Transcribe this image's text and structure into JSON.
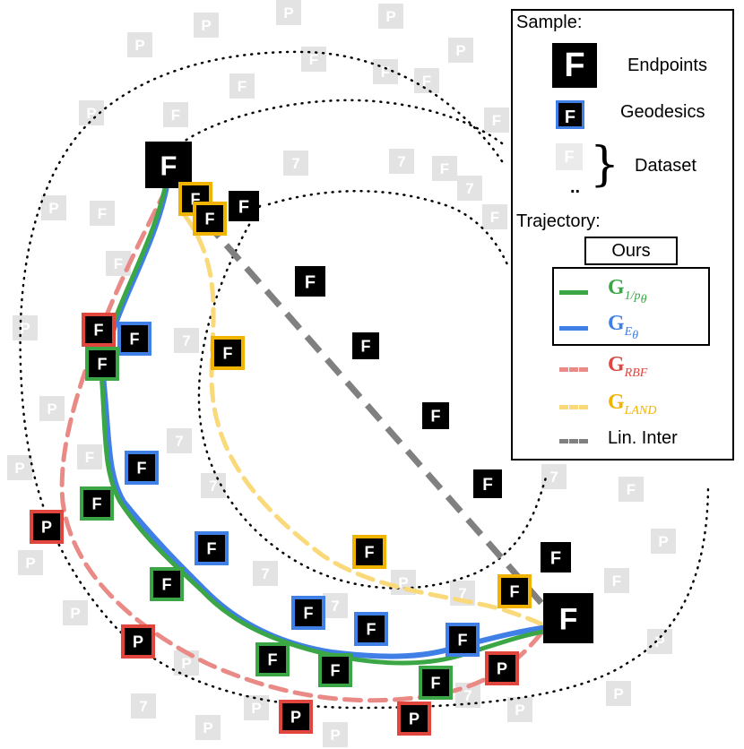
{
  "legend": {
    "sample_title": "Sample:",
    "endpoints": "Endpoints",
    "geodesics": "Geodesics",
    "dataset": "Dataset",
    "dataset_dots": "..",
    "trajectory_title": "Trajectory:",
    "ours": "Ours",
    "g1p_main": "G",
    "g1p_sub": "1/p",
    "g1p_sub2": "θ",
    "ge_main": "G",
    "ge_sub": "E",
    "ge_sub2": "θ",
    "grbf_main": "G",
    "grbf_sub": "RBF",
    "gland_main": "G",
    "gland_sub": "LAND",
    "lin_inter": "Lin. Inter"
  },
  "colors": {
    "green": "#3aa645",
    "blue": "#3f7fe6",
    "red": "#e98a86",
    "red_border": "#e0453e",
    "yellow": "#f9d97a",
    "yellow_border": "#f0b400",
    "gray": "#808080",
    "tile_bg": "#000000",
    "dataset_tile": "#e3e3e3"
  },
  "tile_glyphs": {
    "endpoint": "F",
    "green": "F",
    "blue": "F",
    "red_start": "F",
    "red_end": "P",
    "yellow": "F",
    "lin": "F",
    "dataset_a": "P",
    "dataset_b": "F",
    "dataset_c": "7"
  }
}
